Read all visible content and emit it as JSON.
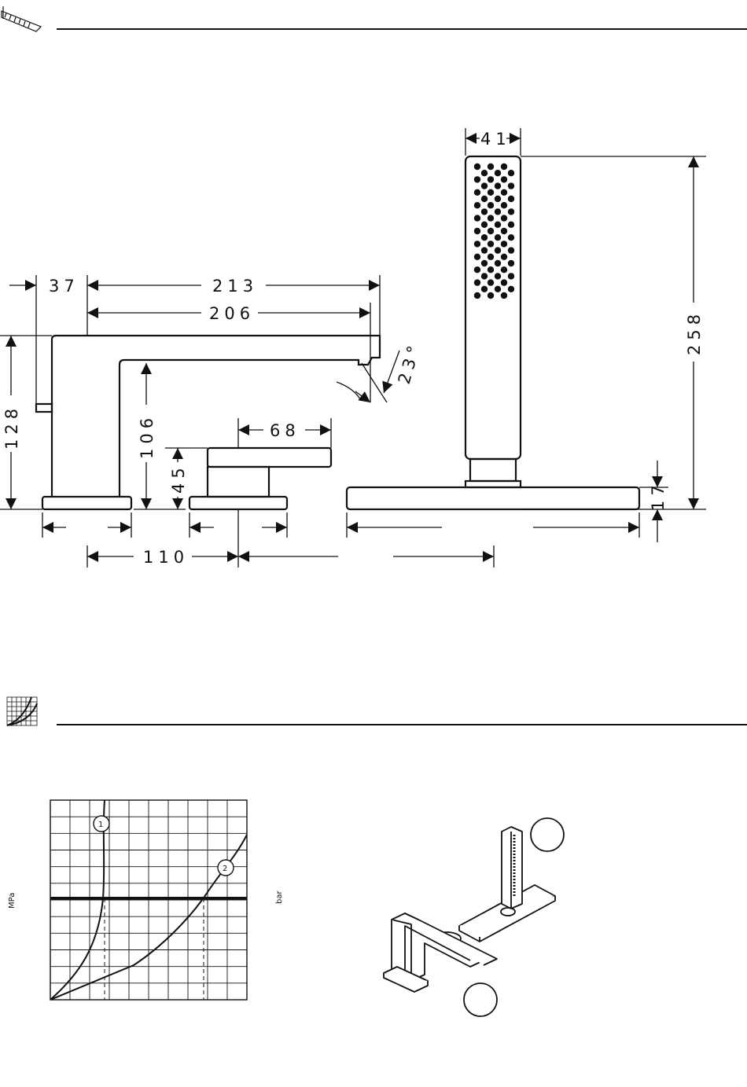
{
  "dimensions_section": {
    "header_icon": "ruler-icon",
    "labels": {
      "d41": "41",
      "d258": "258",
      "d37": "37",
      "d213": "213",
      "d206": "206",
      "d128": "128",
      "d106": "106",
      "d68": "68",
      "d45": "45",
      "d23": "23°",
      "d17": "17",
      "d110": "110"
    }
  },
  "flow_section": {
    "header_icon": "flow-chart-icon",
    "chart": {
      "y_left_unit": "MPa",
      "y_right_unit": "bar",
      "curve_labels": [
        "1",
        "2"
      ]
    }
  },
  "installation_view": {
    "callout_icon": "circle-marker-icon"
  },
  "colors": {
    "ink": "#111111",
    "background": "#ffffff"
  }
}
